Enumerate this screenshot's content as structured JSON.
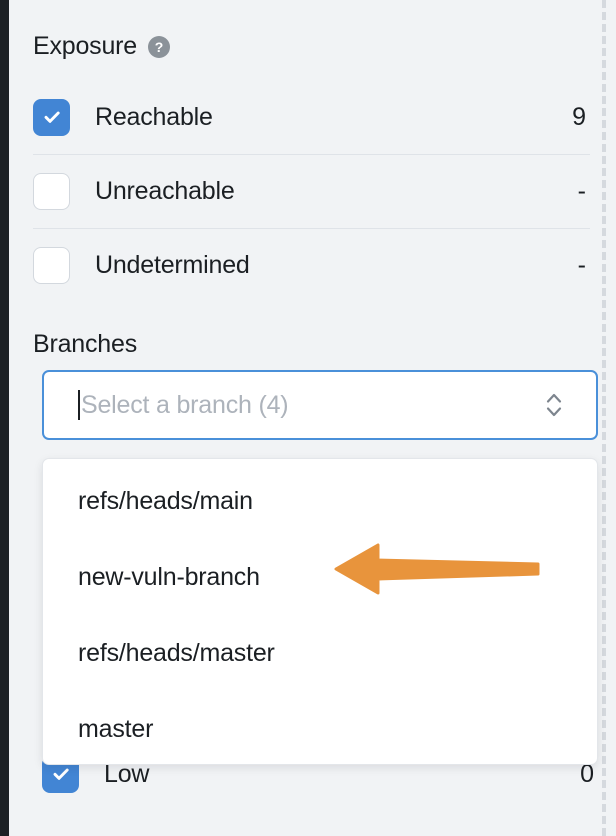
{
  "panel": {
    "exposure": {
      "title": "Exposure",
      "help_icon": "question-mark-icon",
      "rows": [
        {
          "label": "Reachable",
          "value": "9",
          "checked": true
        },
        {
          "label": "Unreachable",
          "value": "-",
          "checked": false
        },
        {
          "label": "Undetermined",
          "value": "-",
          "checked": false
        }
      ]
    },
    "branches": {
      "title": "Branches",
      "combobox": {
        "placeholder": "Select a branch (4)",
        "value": "",
        "selector_icon": "chevron-up-down-icon",
        "focused": true
      },
      "dropdown": {
        "options": [
          "refs/heads/main",
          "new-vuln-branch",
          "refs/heads/master",
          "master"
        ]
      }
    },
    "severity_partial": {
      "label": "Low",
      "value": "0",
      "checked": true
    }
  },
  "annotation": {
    "arrow_icon": "left-arrow-annotation",
    "points_at": "new-vuln-branch",
    "color": "#e8943c"
  },
  "colors": {
    "background": "#f1f3f5",
    "checkbox_checked": "#4285d4",
    "focus_border": "#4a90d9",
    "divider": "#dfe3e8",
    "text": "#1b1f23",
    "placeholder": "#adb3bb",
    "window_edge": "#1d2125"
  }
}
